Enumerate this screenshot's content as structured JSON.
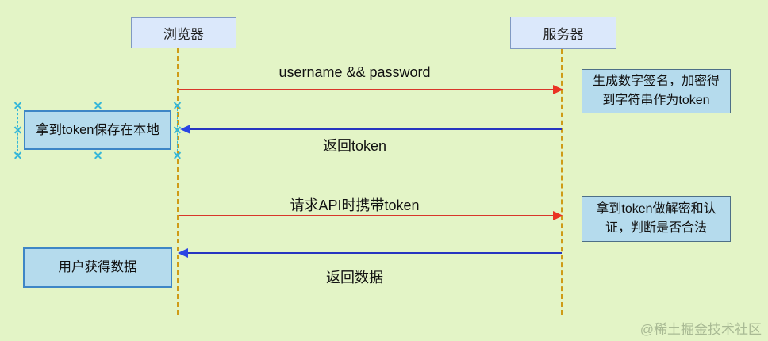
{
  "actors": [
    {
      "label": "浏览器"
    },
    {
      "label": "服务器"
    }
  ],
  "messages": [
    {
      "label": "username && password",
      "from": "浏览器",
      "to": "服务器",
      "direction": "right",
      "color": "#d8362a"
    },
    {
      "label": "返回token",
      "from": "服务器",
      "to": "浏览器",
      "direction": "left",
      "color": "#2735c0"
    },
    {
      "label": "请求API时携带token",
      "from": "浏览器",
      "to": "服务器",
      "direction": "right",
      "color": "#d8362a"
    },
    {
      "label": "返回数据",
      "from": "服务器",
      "to": "浏览器",
      "direction": "left",
      "color": "#2735c0"
    }
  ],
  "notes": [
    {
      "label": "拿到token保存在本地",
      "side": "browser",
      "selected": true
    },
    {
      "label": "生成数字签名，加密得到字符串作为token",
      "side": "server",
      "selected": false
    },
    {
      "label": "拿到token做解密和认证，判断是否合法",
      "side": "server",
      "selected": false
    },
    {
      "label": "用户获得数据",
      "side": "browser",
      "selected": false
    }
  ],
  "watermark": {
    "label": "@稀土掘金技术社区"
  },
  "colors": {
    "background": "#e3f4c6",
    "actor_fill": "#dbe8fb",
    "actor_border": "#8099c2",
    "note_fill": "#b5dbed",
    "note_border_left": "#3e86c6",
    "note_border_right": "#4e6f87",
    "lifeline": "#cf9b16",
    "arrow_red": "#d8362a",
    "arrow_red_head": "#ea3323",
    "arrow_blue": "#2735c0",
    "arrow_blue_head": "#2b45e4",
    "selection": "#35b7d8",
    "text": "#1c1c1c",
    "watermark": "#9fb08c"
  }
}
